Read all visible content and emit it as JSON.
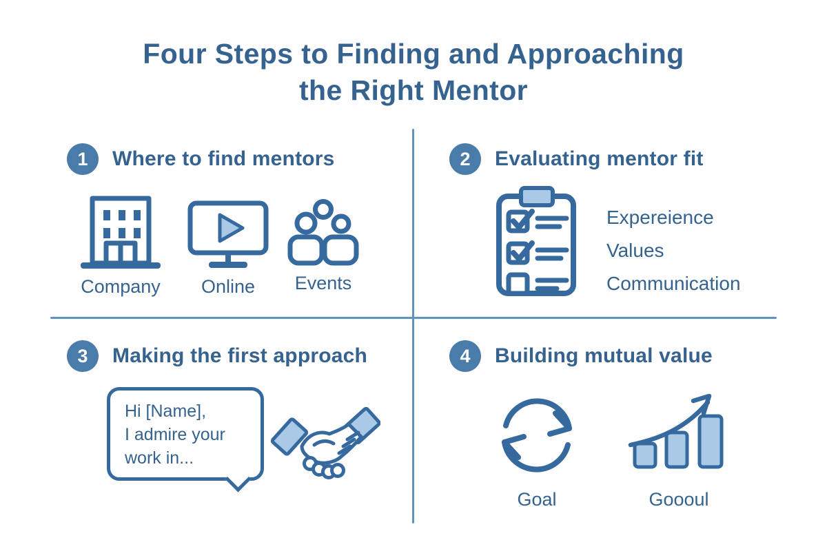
{
  "colors": {
    "primary_text": "#35628f",
    "icon_stroke": "#36699e",
    "badge_fill": "#497ca8",
    "light_fill": "#a9c9e6",
    "divider": "#6093bf",
    "page_bg": "#fefefe"
  },
  "title": "Four Steps to Finding and Approaching the Right Mentor",
  "sections": [
    {
      "number": "1",
      "heading": "Where to find mentors",
      "items": [
        {
          "icon": "building-icon",
          "label": "Company"
        },
        {
          "icon": "monitor-play-icon",
          "label": "Online"
        },
        {
          "icon": "people-group-icon",
          "label": "Events"
        }
      ]
    },
    {
      "number": "2",
      "heading": "Evaluating mentor fit",
      "icon": "clipboard-checklist-icon",
      "criteria": [
        "Expereience",
        "Values",
        "Communication"
      ]
    },
    {
      "number": "3",
      "heading": "Making the first approach",
      "speech_bubble": "Hi [Name],\nI admire your\nwork in...",
      "icon": "handshake-icon"
    },
    {
      "number": "4",
      "heading": "Building mutual value",
      "items": [
        {
          "icon": "cycle-arrows-icon",
          "label": "Goal"
        },
        {
          "icon": "growth-chart-icon",
          "label": "Goooul"
        }
      ]
    }
  ]
}
